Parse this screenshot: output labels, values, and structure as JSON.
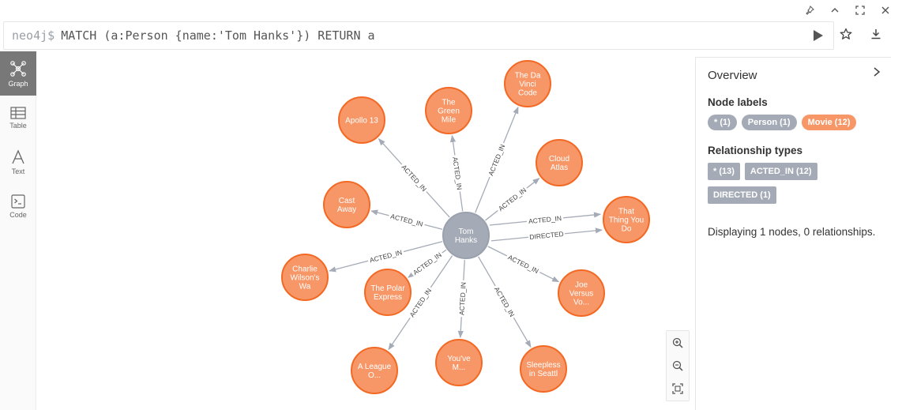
{
  "window_controls": [
    "pin-icon",
    "chevron-up-icon",
    "expand-icon",
    "close-icon"
  ],
  "editor": {
    "prompt": "neo4j$",
    "query": "MATCH (a:Person {name:'Tom Hanks'}) RETURN a"
  },
  "sidebar": {
    "items": [
      {
        "label": "Graph",
        "icon": "graph-icon",
        "active": true
      },
      {
        "label": "Table",
        "icon": "table-icon",
        "active": false
      },
      {
        "label": "Text",
        "icon": "text-icon",
        "active": false
      },
      {
        "label": "Code",
        "icon": "code-icon",
        "active": false
      }
    ]
  },
  "colors": {
    "person": "#a5abb6",
    "person_stroke": "#9aa1ac",
    "movie": "#f79767",
    "movie_stroke": "#f36924",
    "relationship_pill": "#a5abb6",
    "edge": "#a5abb6",
    "sidebar_active": "#787878"
  },
  "graph": {
    "center": {
      "id": "tom",
      "lines": [
        "Tom",
        "Hanks"
      ]
    },
    "nodes": [
      {
        "id": "apollo",
        "lines": [
          "Apollo 13"
        ],
        "rel": "ACTED_IN"
      },
      {
        "id": "greenmile",
        "lines": [
          "The",
          "Green",
          "Mile"
        ],
        "rel": "ACTED_IN"
      },
      {
        "id": "davinci",
        "lines": [
          "The Da",
          "Vinci",
          "Code"
        ],
        "rel": "ACTED_IN"
      },
      {
        "id": "cloud",
        "lines": [
          "Cloud",
          "Atlas"
        ],
        "rel": "ACTED_IN"
      },
      {
        "id": "thatthing",
        "lines": [
          "That",
          "Thing You",
          "Do"
        ],
        "rel": "ACTED_IN",
        "second_rel": "DIRECTED"
      },
      {
        "id": "joe",
        "lines": [
          "Joe",
          "Versus",
          "Vo..."
        ],
        "rel": "ACTED_IN"
      },
      {
        "id": "sleepless",
        "lines": [
          "Sleepless",
          "in Seattl"
        ],
        "rel": "ACTED_IN"
      },
      {
        "id": "youve",
        "lines": [
          "You've",
          "M..."
        ],
        "rel": "ACTED_IN"
      },
      {
        "id": "league",
        "lines": [
          "A League",
          "O..."
        ],
        "rel": "ACTED_IN"
      },
      {
        "id": "polar",
        "lines": [
          "The Polar",
          "Express"
        ],
        "rel": "ACTED_IN"
      },
      {
        "id": "charlie",
        "lines": [
          "Charlie",
          "Wilson's",
          "Wa"
        ],
        "rel": "ACTED_IN"
      },
      {
        "id": "castaway",
        "lines": [
          "Cast",
          "Away"
        ],
        "rel": "ACTED_IN"
      }
    ]
  },
  "overview": {
    "title": "Overview",
    "node_labels_heading": "Node labels",
    "node_labels": [
      {
        "text": "* (1)",
        "color": "#a5abb6"
      },
      {
        "text": "Person (1)",
        "color": "#a5abb6"
      },
      {
        "text": "Movie (12)",
        "color": "#f79767"
      }
    ],
    "rel_types_heading": "Relationship types",
    "rel_types": [
      {
        "text": "* (13)"
      },
      {
        "text": "ACTED_IN (12)"
      },
      {
        "text": "DIRECTED (1)"
      }
    ],
    "summary": "Displaying 1 nodes, 0 relationships."
  }
}
